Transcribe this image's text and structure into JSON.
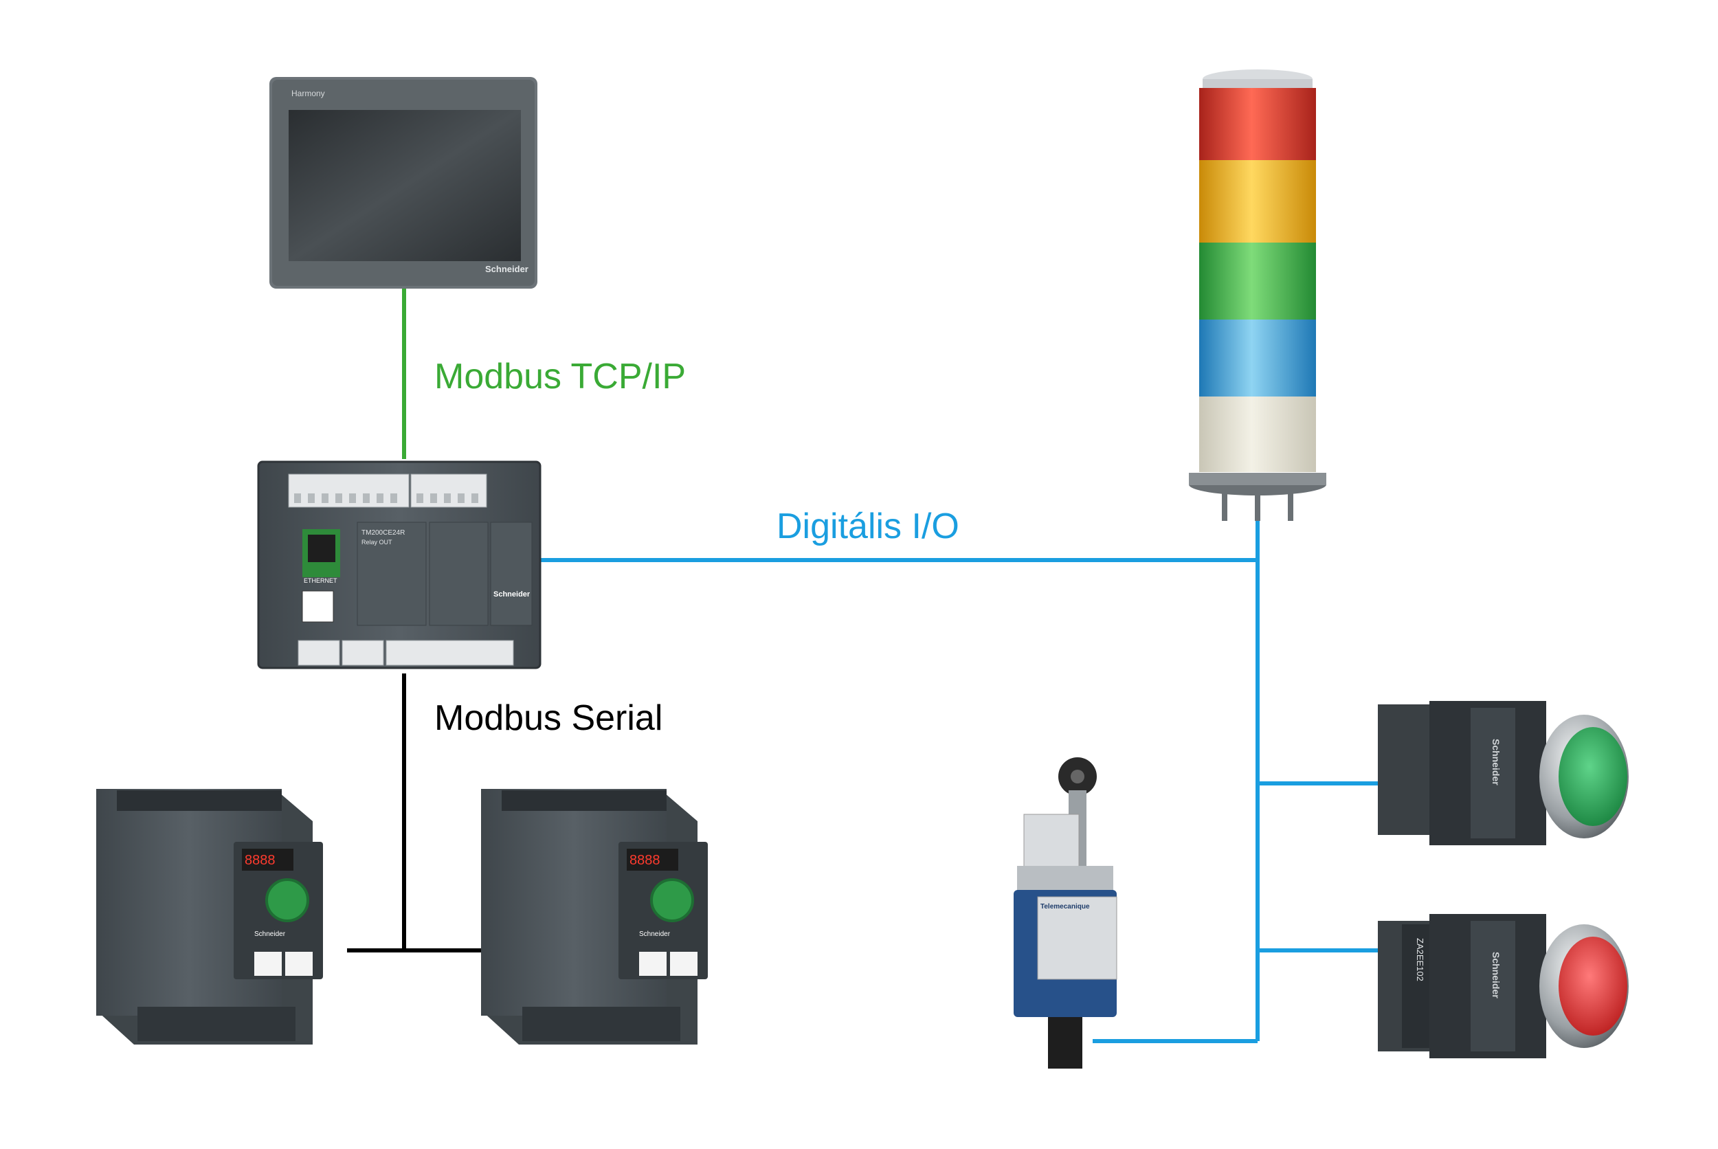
{
  "labels": {
    "modbus_tcp": "Modbus TCP/IP",
    "digital_io": "Digitális I/O",
    "modbus_serial": "Modbus Serial"
  },
  "devices": {
    "hmi_brand": "Harmony",
    "hmi_logo": "Schneider",
    "plc_logo": "Schneider",
    "plc_model": "TM200CE24R",
    "plc_sub": "Relay OUT",
    "plc_ethernet": "ETHERNET",
    "drive_logo": "Schneider",
    "drive_display": "8888",
    "pushbutton_logo": "Schneider",
    "pushbutton_red_text": "ZA2EE102",
    "limit_switch_brand": "Telemecanique"
  },
  "colors": {
    "tcp": "#3aaa35",
    "dio": "#1a9ee0",
    "serial": "#000000",
    "device_body": "#4b5257",
    "device_dark": "#2f3438",
    "stack_red": "#d9352b",
    "stack_amber": "#f2b21b",
    "stack_green": "#3db34a",
    "stack_blue": "#2f9fdc",
    "button_green": "#2ea85a",
    "button_red": "#e03a3a"
  }
}
